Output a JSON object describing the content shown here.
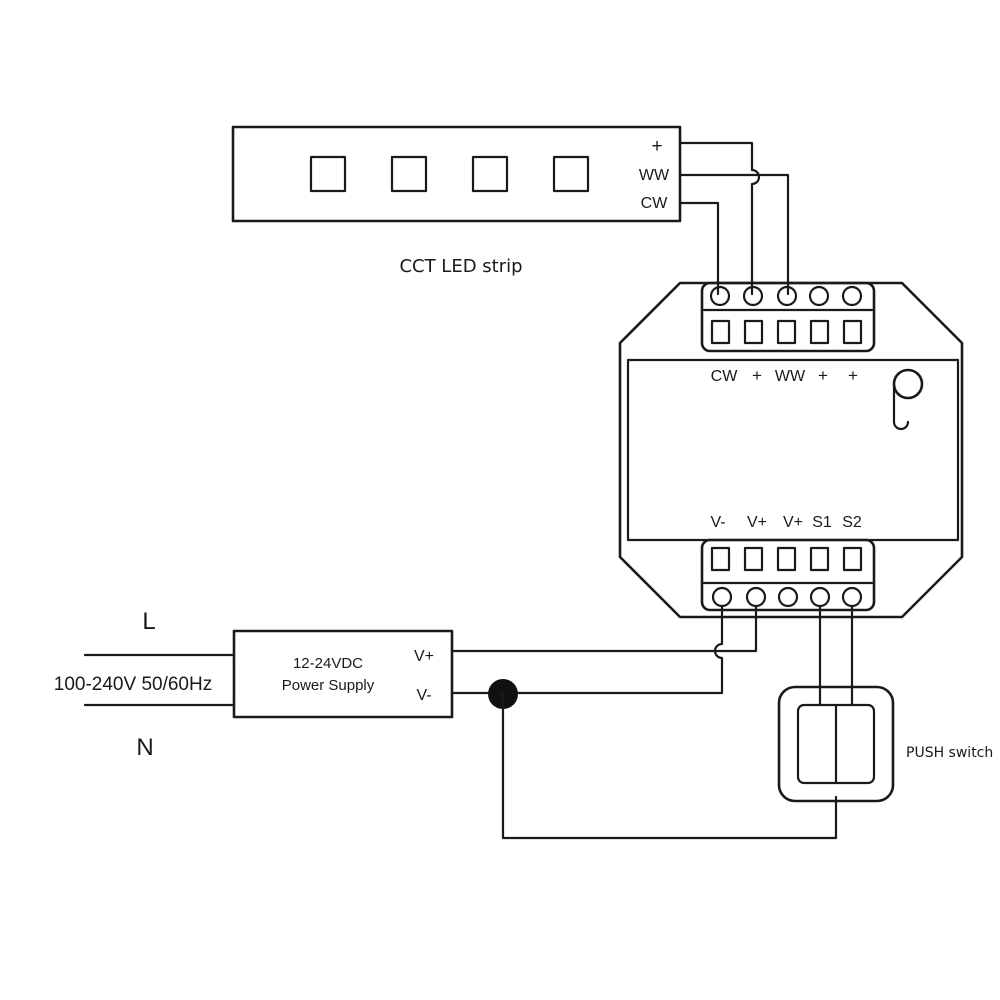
{
  "led_strip": {
    "label": "CCT LED strip",
    "pins": [
      "+",
      "WW",
      "CW"
    ]
  },
  "controller": {
    "top_labels": [
      "CW",
      "+",
      "WW",
      "+",
      "+"
    ],
    "bottom_labels": [
      "V-",
      "V+",
      "V+",
      "S1",
      "S2"
    ]
  },
  "power_supply": {
    "line1": "12-24VDC",
    "line2": "Power Supply",
    "out_plus": "V+",
    "out_minus": "V-"
  },
  "mains": {
    "l_label": "L",
    "n_label": "N",
    "voltage": "100-240V 50/60Hz"
  },
  "push_switch": {
    "label": "PUSH switch"
  }
}
